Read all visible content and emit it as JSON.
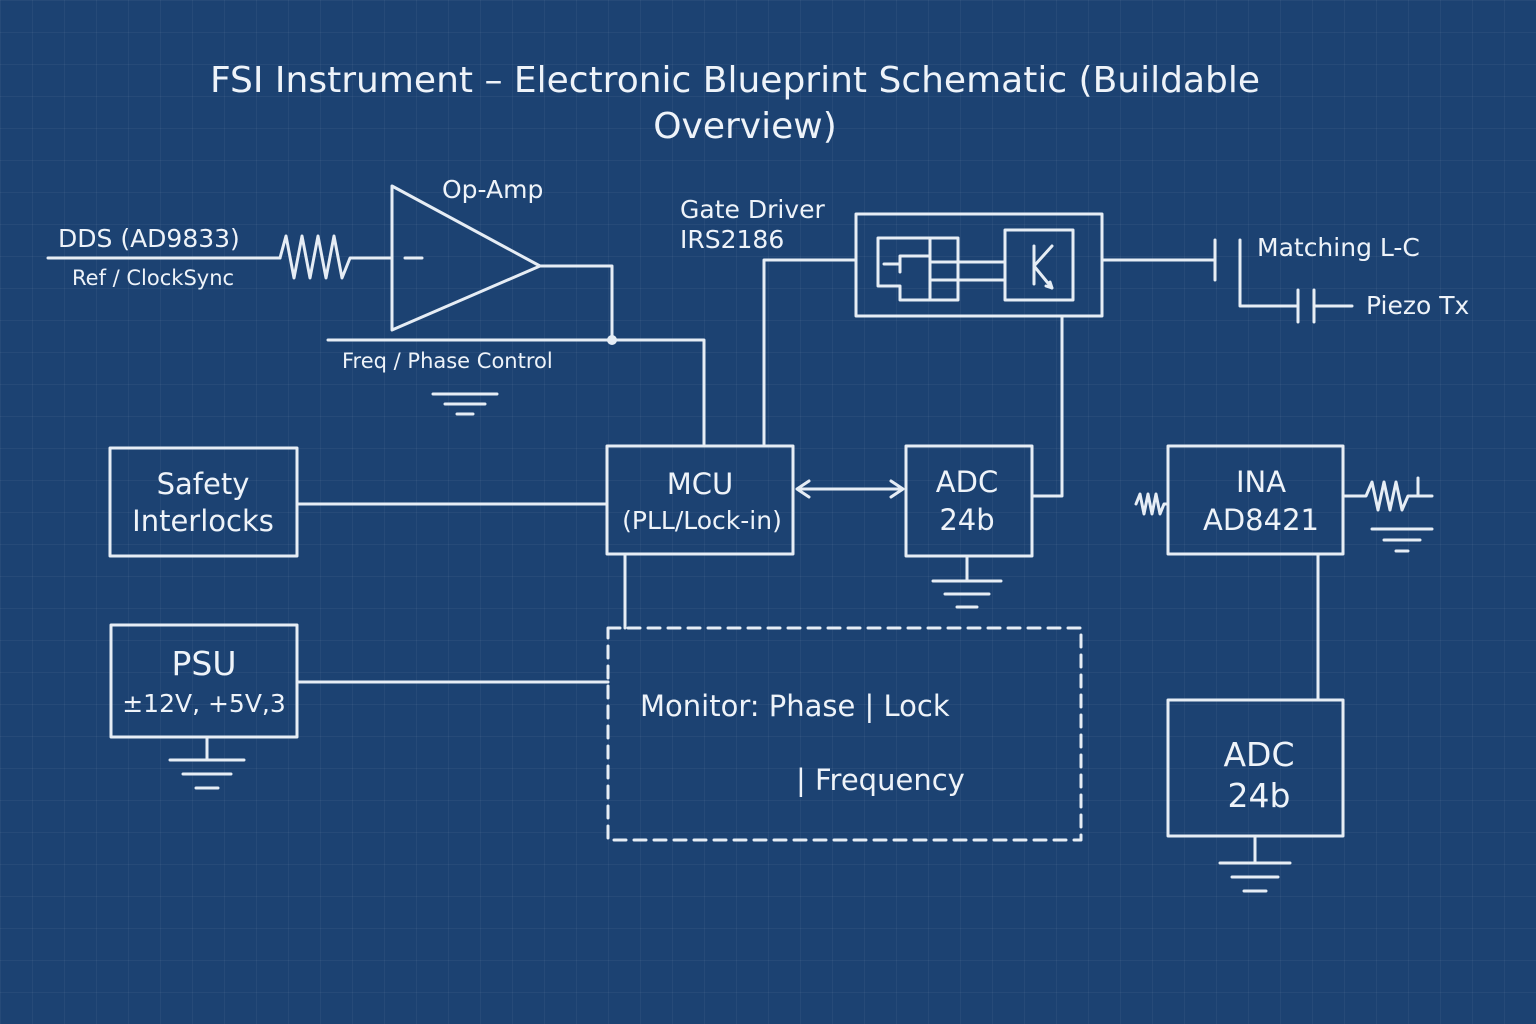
{
  "title": {
    "line1": "FSI Instrument – Electronic Blueprint Schematic (Buildable",
    "line2": "Overview)"
  },
  "dds": {
    "name": "DDS (AD9833)",
    "sub": "Ref / ClockSync"
  },
  "opamp": {
    "label": "Op-Amp",
    "minus": "-"
  },
  "freq_phase": "Freq / Phase Control",
  "gate_driver": {
    "line1": "Gate Driver",
    "line2": "IRS2186"
  },
  "matching": "Matching L-C",
  "piezo": "Piezo Tx",
  "safety": {
    "line1": "Safety",
    "line2": "Interlocks"
  },
  "mcu": {
    "line1": "MCU",
    "line2": "(PLL/Lock-in)"
  },
  "adc_main": {
    "line1": "ADC",
    "line2": "24b"
  },
  "ina": {
    "line1": "INA",
    "line2": "AD8421"
  },
  "psu": {
    "line1": "PSU",
    "line2": "±12V, +5V,3"
  },
  "monitor": {
    "line1": "Monitor: Phase | Lock",
    "line2": "| Frequency"
  },
  "adc_ina": {
    "line1": "ADC",
    "line2": "24b"
  },
  "colors": {
    "background": "#1c4272",
    "line": "#e6edf5"
  }
}
